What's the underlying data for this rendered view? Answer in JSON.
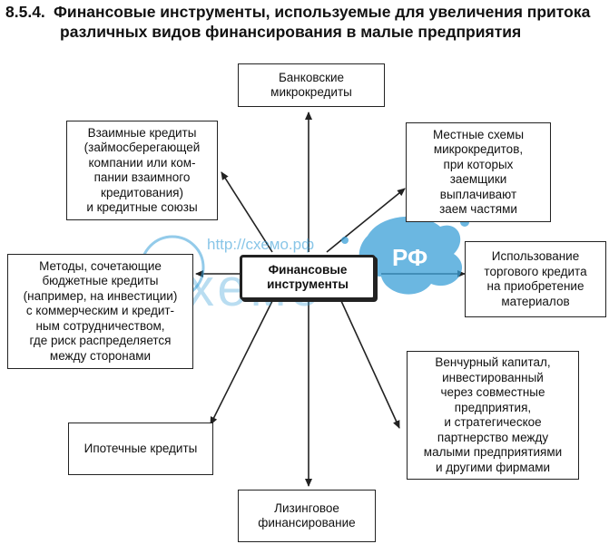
{
  "title": {
    "number": "8.5.4.",
    "line1": "Финансовые инструменты, используемые для увеличения притока",
    "line2": "различных видов финансирования в малые предприятия"
  },
  "center": "Финансовые\nинструменты",
  "boxes": {
    "bank": "Банковские\nмикрокредиты",
    "mutual": "Взаимные кредиты\n(займосберегающей\nкомпании или ком-\nпании взаимного\nкредитования)\nи кредитные союзы",
    "local": "Местные схемы\nмикрокредитов,\nпри которых\nзаемщики\nвыплачивают\nзаем частями",
    "methods": "Методы, сочетающие\nбюджетные кредиты\n(например, на инвестиции)\nс коммерческим и кредит-\nным сотрудничеством,\nгде риск распределяется\nмежду сторонами",
    "trade": "Использование\nторгового кредита\nна приобретение\nматериалов",
    "venture": "Венчурный капитал,\nинвестированный\nчерез совместные\nпредприятия,\nи стратегическое\nпартнерство между\nмалыми предприятиями\nи другими фирмами",
    "mortgage": "Ипотечные кредиты",
    "leasing": "Лизинговое\nфинансирование"
  },
  "watermark": {
    "url": "http://схемо.рф",
    "brand": "схемо",
    "tld": "РФ",
    "color": "#3aa0d8"
  }
}
